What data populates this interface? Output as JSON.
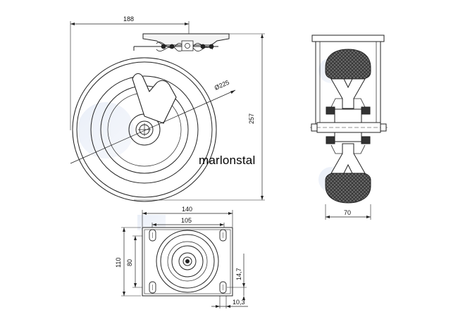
{
  "brand": "marlonstal",
  "side_view": {
    "width_dim": "188",
    "height_dim": "257",
    "diameter_dim": "Ø225"
  },
  "front_view": {
    "tread_width_dim": "70"
  },
  "plate_view": {
    "plate_width_dim": "140",
    "hole_spacing_x_dim": "105",
    "plate_height_dim": "110",
    "hole_spacing_y_dim": "80",
    "hole_offset_dim": "14,7",
    "hole_diameter_dim": "10,3"
  }
}
